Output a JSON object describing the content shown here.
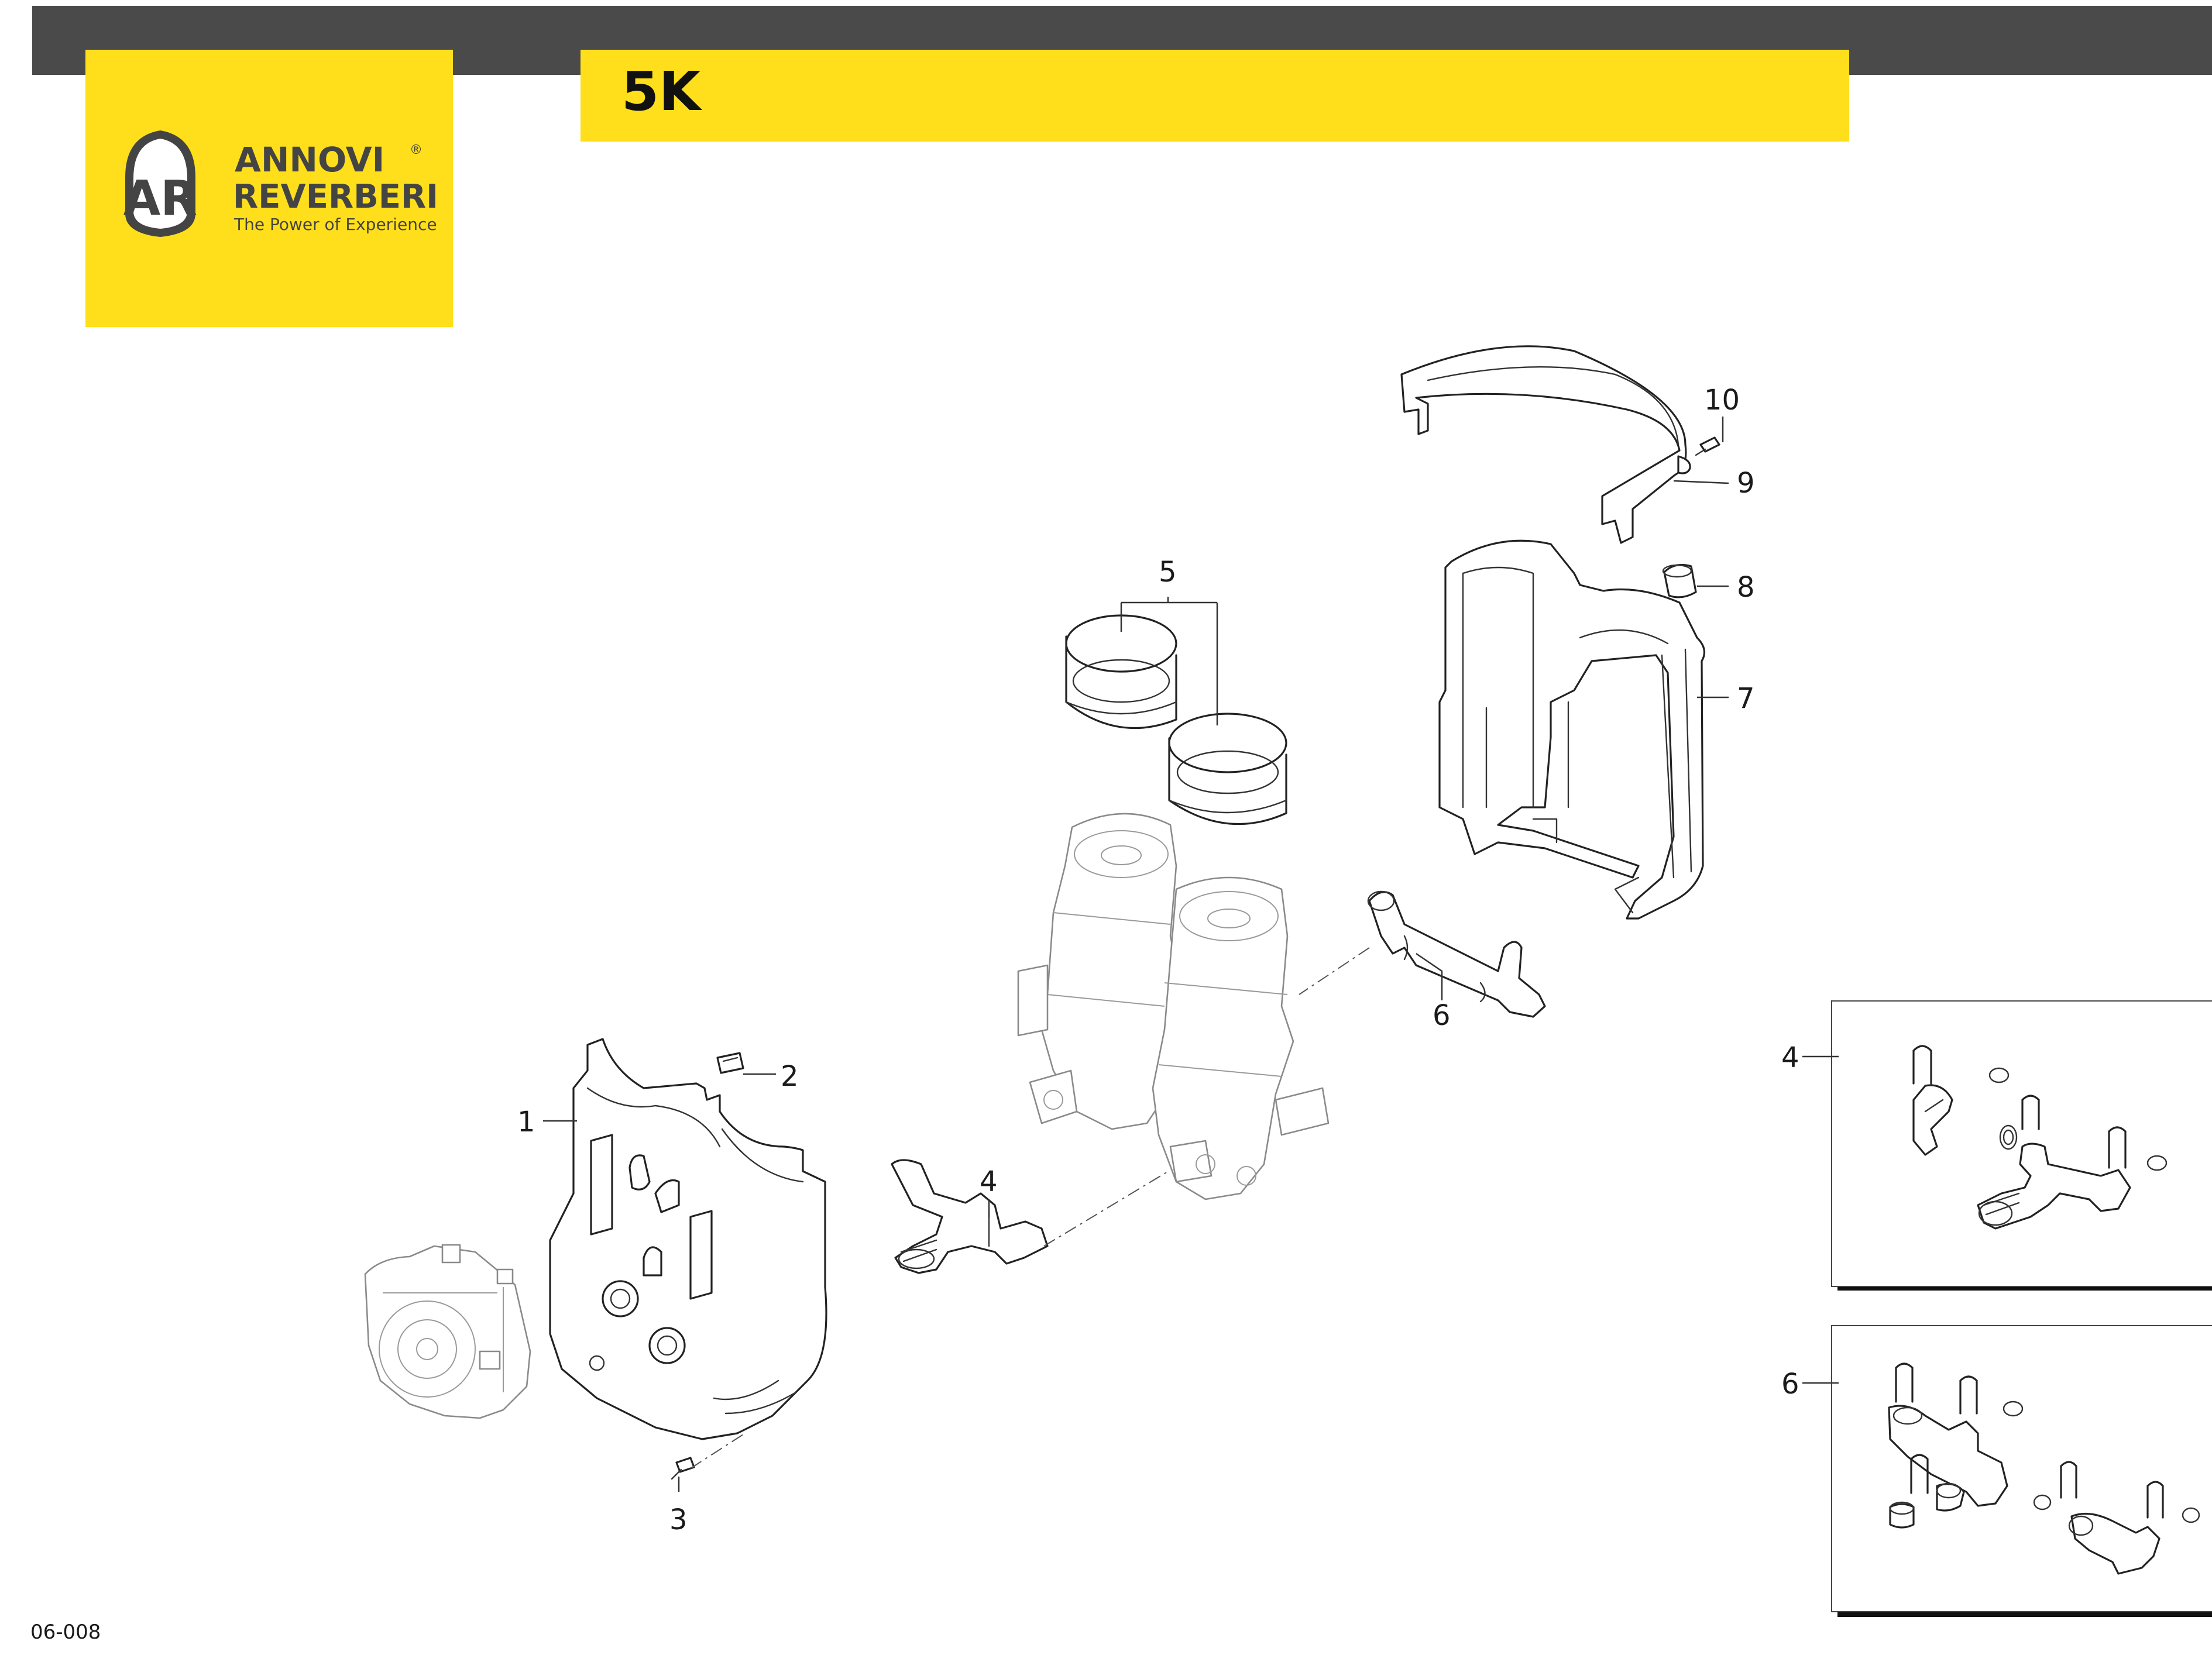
{
  "header": {
    "title": "5K"
  },
  "logo": {
    "monogram": "AR",
    "brand_line1": "ANNOVI",
    "brand_line2": "REVERBERI",
    "tagline": "The Power of Experience",
    "registered_mark": "®"
  },
  "diagram": {
    "callouts": [
      "1",
      "2",
      "3",
      "4",
      "5",
      "6",
      "7",
      "8",
      "9",
      "10"
    ],
    "inset_4_label": "4",
    "inset_6_label": "6"
  },
  "footer": {
    "doc_code": "06-008"
  },
  "colors": {
    "brand_yellow": "#ffdf1b",
    "header_gray": "#4a4a4a",
    "line": "#222222"
  }
}
